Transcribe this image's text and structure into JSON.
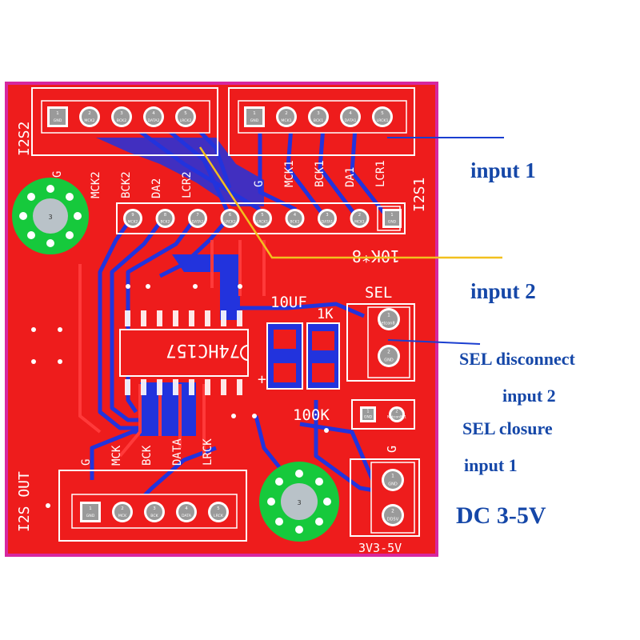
{
  "colors": {
    "board": "#ee1c1c",
    "edge": "#d6279f",
    "trace_blue": "#2233dd",
    "trace_red": "#ff3a3a",
    "silkscreen": "#ffffff",
    "pad_gray": "#9a9a9a",
    "mount_hole": "#16c93c",
    "annotation_text": "#1547a8",
    "input1_line": "#1a3ed0",
    "input2_line": "#f2c01e"
  },
  "board": {
    "i2s2_header": {
      "label": "I2S2",
      "pins": [
        {
          "num": "1",
          "name": "GND"
        },
        {
          "num": "2",
          "name": "MCK2"
        },
        {
          "num": "3",
          "name": "BCK2"
        },
        {
          "num": "4",
          "name": "DATA2"
        },
        {
          "num": "5",
          "name": "LRCK2"
        }
      ],
      "silk_labels": [
        "MCK2",
        "BCK2",
        "DA2",
        "LCR2"
      ]
    },
    "i2s1_header": {
      "label": "I2S1",
      "pins": [
        {
          "num": "1",
          "name": "GND"
        },
        {
          "num": "2",
          "name": "MCK1"
        },
        {
          "num": "3",
          "name": "BCK1"
        },
        {
          "num": "4",
          "name": "DATA1"
        },
        {
          "num": "5",
          "name": "LRCK1"
        }
      ],
      "silk_labels": [
        "G",
        "MCK1",
        "BCK1",
        "DA1",
        "LCR1"
      ]
    },
    "resistor_array": {
      "label": "10K*8",
      "pins": [
        {
          "num": "9",
          "name": "MCK2"
        },
        {
          "num": "8",
          "name": "BCK2"
        },
        {
          "num": "7",
          "name": "DATA2"
        },
        {
          "num": "6",
          "name": "LRCK2"
        },
        {
          "num": "5",
          "name": "LRCK1"
        },
        {
          "num": "4",
          "name": "BCK1"
        },
        {
          "num": "3",
          "name": "DATA1"
        },
        {
          "num": "2",
          "name": "MCK1"
        },
        {
          "num": "1",
          "name": "GND"
        }
      ]
    },
    "mount_hole_left": {
      "label": "3",
      "side_label": "G"
    },
    "mount_hole_bottom": {
      "label": "3"
    },
    "chip": {
      "label": "74HC157"
    },
    "cap": {
      "label": "10UF"
    },
    "resistor_1k": {
      "label": "1K"
    },
    "resistor_100k": {
      "label": "100K"
    },
    "plus_sign": "+",
    "sel_header": {
      "label": "SEL",
      "pins": [
        {
          "num": "1",
          "name": "Netcon8_1"
        },
        {
          "num": "2",
          "name": "GND"
        }
      ]
    },
    "sel_jumper_pads": [
      {
        "num": "1",
        "name": "GND"
      },
      {
        "num": "2",
        "name": "Netcon8_1"
      }
    ],
    "power_header": {
      "label": "3V3-5V",
      "side_label": "G",
      "pins": [
        {
          "num": "1",
          "name": "GND"
        },
        {
          "num": "2",
          "name": "DD5V"
        }
      ]
    },
    "i2s_out_header": {
      "label": "I2S OUT",
      "pins": [
        {
          "num": "1",
          "name": "GND"
        },
        {
          "num": "2",
          "name": "MCK"
        },
        {
          "num": "3",
          "name": "BCK"
        },
        {
          "num": "4",
          "name": "DATA"
        },
        {
          "num": "5",
          "name": "LRCK"
        }
      ],
      "silk_labels": [
        "G",
        "MCK",
        "BCK",
        "DATA",
        "LRCK"
      ]
    }
  },
  "annotations": {
    "input1": "input 1",
    "input2": "input 2",
    "sel_disconnect": "SEL disconnect",
    "sel_disconnect_input": "input 2",
    "sel_closure": "SEL closure",
    "sel_closure_input": "input 1",
    "dc": "DC 3-5V"
  }
}
